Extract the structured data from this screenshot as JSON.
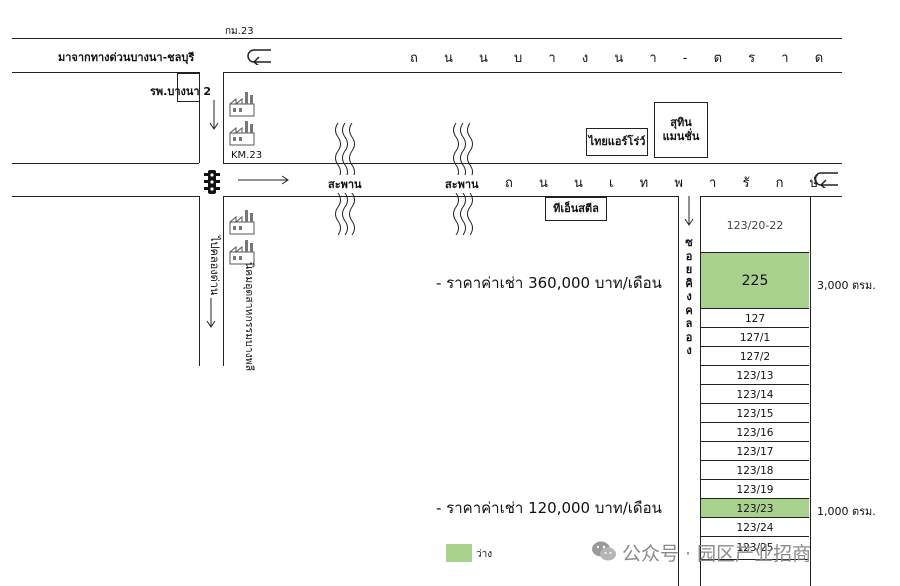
{
  "roads": {
    "km_label": "กม.23",
    "from_expressway": "มาจากทางด่วนบางนา-ชลบุรี",
    "bangna_trat": "ถ น น บ า ง น า - ต ร า ด",
    "thepharak": "ถ น น เ ท พ า รั ก ษ์",
    "to_khlong_dan": "ไปคลองด่าน",
    "soi": [
      "ซ",
      "อ",
      "ย",
      "คิ",
      "ง",
      "ค",
      "ล",
      "อ",
      "ง"
    ]
  },
  "landmarks": {
    "hospital": "รพ.บางนา 2",
    "km23": "KM.23",
    "bridge_1": "สะพาน",
    "bridge_2": "สะพาน",
    "thai_air": "ไทยแอร์โร่ว์",
    "suthin_line1": "สุทิน",
    "suthin_line2": "แมนชั่น",
    "tis_steel": "ทีเอ็นสตีล",
    "industrial_estate": "นิคมอุตสาหกรรมบางพลี"
  },
  "plots": [
    {
      "id": "123/20-22",
      "vacant": false
    },
    {
      "id": "225",
      "vacant": true
    },
    {
      "id": "127",
      "vacant": false
    },
    {
      "id": "127/1",
      "vacant": false
    },
    {
      "id": "127/2",
      "vacant": false
    },
    {
      "id": "123/13",
      "vacant": false
    },
    {
      "id": "123/14",
      "vacant": false
    },
    {
      "id": "123/15",
      "vacant": false
    },
    {
      "id": "123/16",
      "vacant": false
    },
    {
      "id": "123/17",
      "vacant": false
    },
    {
      "id": "123/18",
      "vacant": false
    },
    {
      "id": "123/19",
      "vacant": false
    },
    {
      "id": "123/23",
      "vacant": true
    },
    {
      "id": "123/24",
      "vacant": false
    },
    {
      "id": "123/25",
      "vacant": false
    }
  ],
  "areas": {
    "plot_225": "3,000 ตรม.",
    "plot_123_23": "1,000 ตรม."
  },
  "prices": {
    "rent_1": "- ราคาค่าเช่า 360,000 บาท/เดือน",
    "rent_2": "- ราคาค่าเช่า 120,000 บาท/เดือน"
  },
  "legend": {
    "vacant_label": "ว่าง",
    "vacant_color": "#a9d18e"
  },
  "watermark": "公众号 · 园区产业招商"
}
